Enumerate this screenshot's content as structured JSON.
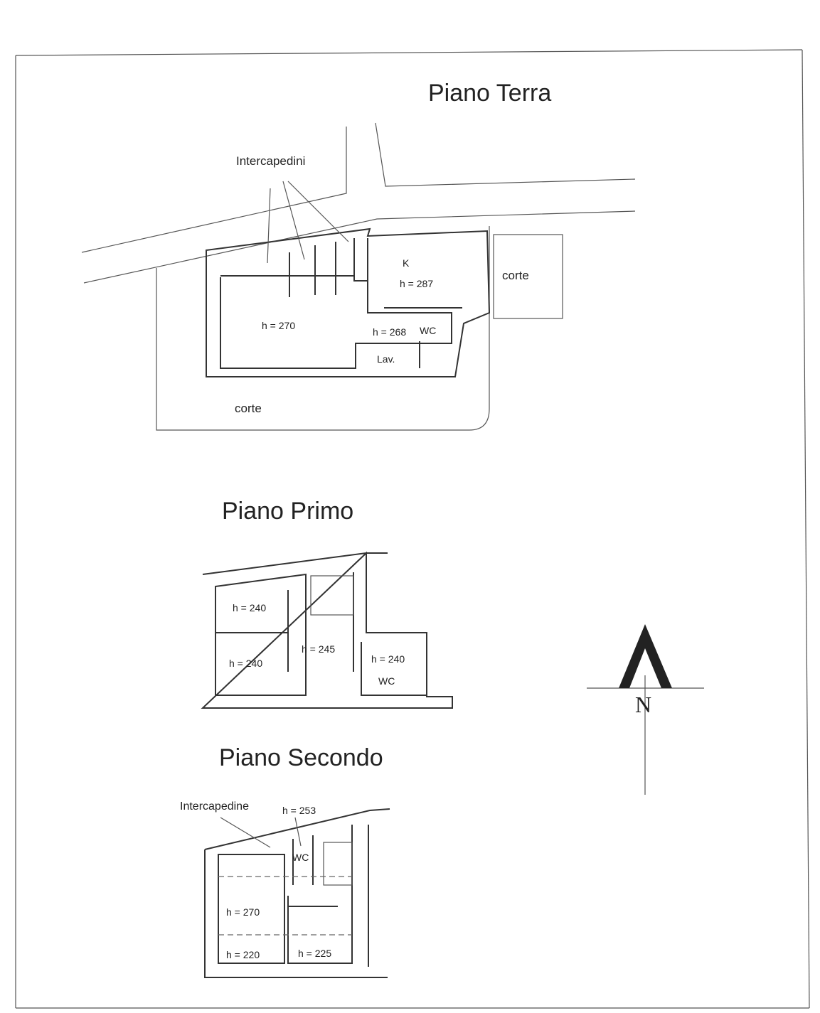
{
  "ground_floor": {
    "title": "Piano Terra",
    "annotation": "Intercapedini",
    "rooms": [
      {
        "label": "K"
      },
      {
        "label": "h = 287"
      },
      {
        "label": "h = 270"
      },
      {
        "label": "h = 268"
      },
      {
        "label": "WC"
      },
      {
        "label": "Lav."
      }
    ],
    "courtyard_east": "corte",
    "courtyard_south": "corte"
  },
  "first_floor": {
    "title": "Piano Primo",
    "rooms": [
      {
        "label": "h = 240"
      },
      {
        "label": "h = 240"
      },
      {
        "label": "h = 245"
      },
      {
        "label": "h = 240"
      },
      {
        "label": "WC"
      }
    ]
  },
  "second_floor": {
    "title": "Piano Secondo",
    "annotation": "Intercapedine",
    "rooms": [
      {
        "label": "h = 253"
      },
      {
        "label": "WC"
      },
      {
        "label": "h = 270"
      },
      {
        "label": "h = 220"
      },
      {
        "label": "h = 225"
      }
    ]
  },
  "north_arrow": {
    "label": "N"
  }
}
